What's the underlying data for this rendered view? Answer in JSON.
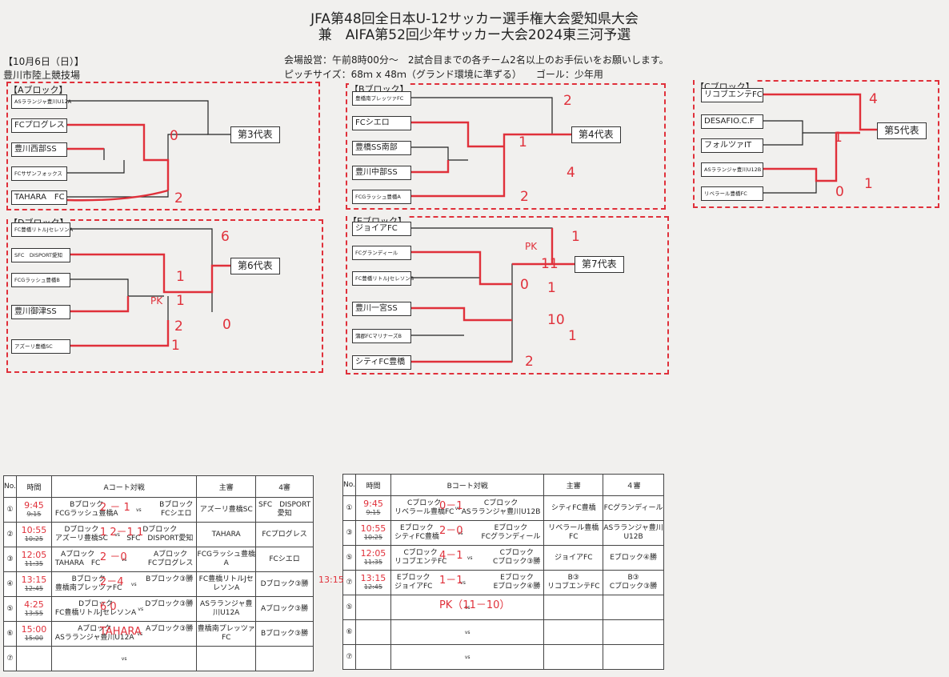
{
  "title": {
    "line1": "JFA第48回全日本U-12サッカー選手権大会愛知県大会",
    "line2": "兼　AIFA第52回少年サッカー大会2024東三河予選"
  },
  "info": {
    "date": "【10月6日（日）】",
    "venue": "豊川市陸上競技場",
    "setup": "会場設営：午前8時00分～　2試合目までの各チーム2名以上のお手伝いをお願いします。",
    "pitch": "ピッチサイズ：68ｍ x 48ｍ（グランド環境に準ずる）　　ゴール：少年用"
  },
  "blocks": {
    "A": {
      "label": "【Aブロック】",
      "teams": [
        "ASラランジャ豊川U12A",
        "FCプログレス",
        "豊川西部SS",
        "FCサザンフォックス",
        "TAHARA　FC"
      ],
      "rep": "第3代表",
      "marks": [
        "0",
        "2"
      ]
    },
    "B": {
      "label": "【Bブロック】",
      "teams": [
        "豊橋南プレッツァFC",
        "FCシエロ",
        "豊橋SS南部",
        "豊川中部SS",
        "FCGラッシュ豊橋A"
      ],
      "rep": "第4代表",
      "marks": [
        "2",
        "1",
        "4",
        "2"
      ]
    },
    "C": {
      "label": "【Cブロック】",
      "teams": [
        "リコブエンテFC",
        "DESAFIO.C.F",
        "フォルツァIT",
        "ASラランジャ豊川U12B",
        "リベラール豊橋FC"
      ],
      "rep": "第5代表",
      "marks": [
        "4",
        "1",
        "0",
        "1"
      ]
    },
    "D": {
      "label": "【Dブロック】",
      "teams": [
        "FC豊橋リトルJセレソンA",
        "SFC　DISPORT愛知",
        "FCGラッシュ豊橋B",
        "豊川御津SS",
        "アズーリ豊橋SC"
      ],
      "rep": "第6代表",
      "marks": [
        "6",
        "1",
        "PK",
        "1",
        "2",
        "1",
        "0"
      ]
    },
    "E": {
      "label": "【Eブロック】",
      "teams": [
        "ジョイアFC",
        "FCグランディール",
        "FC豊橋リトルJセレソンB",
        "豊川一宮SS",
        "蒲郡FCマリナーズB",
        "シティFC豊橋"
      ],
      "rep": "第7代表",
      "marks": [
        "1",
        "PK",
        "11",
        "0",
        "1",
        "10",
        "1",
        "2"
      ]
    }
  },
  "schedule_a": {
    "headers": [
      "No.",
      "時間",
      "Aコート対戦",
      "主審",
      "4審"
    ],
    "rows": [
      {
        "no": "①",
        "time_hw": "9:45",
        "time": "9:15",
        "l1": "Bブロック",
        "l2": "FCGラッシュ豊橋A",
        "r1": "Bブロック",
        "r2": "FCシエロ",
        "ref": "アズーリ豊橋SC",
        "fourth": "SFC　DISPORT愛知",
        "score": "2 － 1"
      },
      {
        "no": "②",
        "time_hw": "10:55",
        "time": "10:25",
        "l1": "Dブロック",
        "l2": "アズーリ豊橋SC",
        "r1": "Dブロック",
        "r2": "SFC　DISPORT愛知",
        "ref": "TAHARA",
        "fourth": "FCプログレス",
        "score": "1 2－1 1"
      },
      {
        "no": "③",
        "time_hw": "12:05",
        "time": "11:35",
        "l1": "Aブロック",
        "l2": "TAHARA　FC",
        "r1": "Aブロック",
        "r2": "FCプログレス",
        "ref": "FCGラッシュ豊橋A",
        "fourth": "FCシエロ",
        "score": "2 －0"
      },
      {
        "no": "④",
        "time_hw": "13:15",
        "time": "12:45",
        "l1": "Bブロック",
        "l2": "豊橋南プレッツァFC",
        "r1": "Bブロック③勝",
        "r2": "",
        "ref": "FC豊橋リトルJセレソンA",
        "fourth": "Dブロック③勝",
        "score": "2－4"
      },
      {
        "no": "⑤",
        "time_hw": "4:25",
        "time": "13:55",
        "l1": "Dブロック",
        "l2": "FC豊橋リトルJセレソンA",
        "r1": "Dブロック③勝",
        "r2": "",
        "ref": "ASラランジャ豊川U12A",
        "fourth": "Aブロック③勝",
        "score": "6 0"
      },
      {
        "no": "⑥",
        "time_hw": "15:00",
        "time": "15:00",
        "l1": "Aブロック",
        "l2": "ASラランジャ豊川U12A",
        "r1": "Aブロック③勝",
        "r2": "",
        "ref": "豊橋南プレッツァFC",
        "fourth": "Bブロック③勝",
        "score": "TAHARA"
      },
      {
        "no": "⑦",
        "time_hw": "",
        "time": "",
        "l1": "",
        "l2": "",
        "r1": "",
        "r2": "",
        "ref": "",
        "fourth": "",
        "score": ""
      }
    ]
  },
  "schedule_b": {
    "headers": [
      "No.",
      "時間",
      "Bコート対戦",
      "主審",
      "４審"
    ],
    "rows": [
      {
        "no": "①",
        "time_hw": "9:45",
        "time": "9:15",
        "l1": "Cブロック",
        "l2": "リベラール豊橋FC",
        "r1": "Cブロック",
        "r2": "ASラランジャ豊川U12B",
        "ref": "シティFC豊橋",
        "fourth": "FCグランディール",
        "score": "0－1"
      },
      {
        "no": "③",
        "time_hw": "10:55",
        "time": "10:25",
        "l1": "Eブロック",
        "l2": "シティFC豊橋",
        "r1": "Eブロック",
        "r2": "FCグランディール",
        "ref": "リベラール豊橋FC",
        "fourth": "ASラランジャ豊川U12B",
        "score": "2－0"
      },
      {
        "no": "⑤",
        "time_hw": "12:05",
        "time": "11:35",
        "l1": "Cブロック",
        "l2": "リコブエンテFC",
        "r1": "Cブロック",
        "r2": "Cブロック③勝",
        "ref": "ジョイアFC",
        "fourth": "Eブロック④勝",
        "score": "4－1"
      },
      {
        "no": "⑦",
        "time_hw": "13:15",
        "time": "12:45",
        "l1": "Eブロック",
        "l2": "ジョイアFC",
        "r1": "Eブロック",
        "r2": "Eブロック④勝",
        "ref": "B③",
        "fourth": "B③",
        "score": "1－1"
      },
      {
        "no": "⑤",
        "time_hw": "",
        "time": "",
        "l1": "",
        "l2": "",
        "r1": "",
        "r2": "",
        "ref": "",
        "fourth": "",
        "score": "PK（11－10）"
      },
      {
        "no": "⑥",
        "time_hw": "",
        "time": "",
        "l1": "",
        "l2": "",
        "r1": "",
        "r2": "",
        "ref": "",
        "fourth": "",
        "score": ""
      },
      {
        "no": "⑦",
        "time_hw": "",
        "time": "",
        "l1": "",
        "l2": "",
        "r1": "",
        "r2": "",
        "ref": "",
        "fourth": "",
        "score": ""
      }
    ],
    "ref_b4": "リコブエンテFC",
    "fourth_b4": "Cブロック③勝",
    "margin_note": "13:15"
  },
  "vs": "vs",
  "colors": {
    "ink": "#222222",
    "pen": "#e0303a",
    "paper": "#f1f0ee"
  }
}
